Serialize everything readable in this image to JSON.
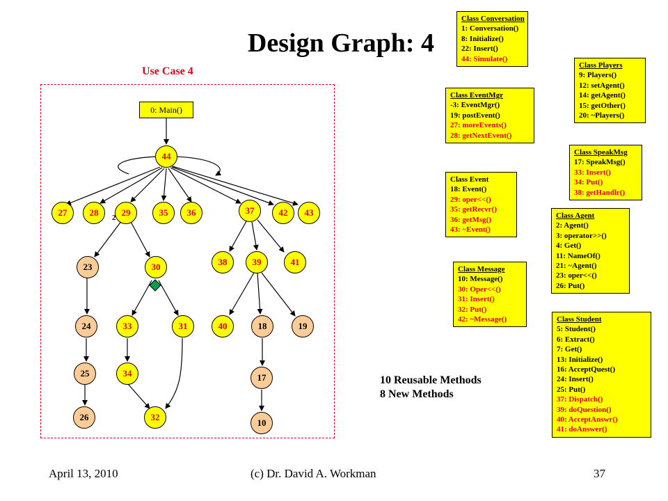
{
  "title": "Design Graph:  4",
  "use_case": "Use Case 4",
  "main_box": "0:  Main()",
  "multiplicity_label": "2",
  "nodes": [
    {
      "id": "44",
      "kind": "new"
    },
    {
      "id": "27",
      "kind": "new"
    },
    {
      "id": "28",
      "kind": "new"
    },
    {
      "id": "29",
      "kind": "new"
    },
    {
      "id": "35",
      "kind": "new"
    },
    {
      "id": "36",
      "kind": "new"
    },
    {
      "id": "37",
      "kind": "new"
    },
    {
      "id": "42",
      "kind": "new"
    },
    {
      "id": "43",
      "kind": "new"
    },
    {
      "id": "23",
      "kind": "reuse"
    },
    {
      "id": "30",
      "kind": "new"
    },
    {
      "id": "38",
      "kind": "new"
    },
    {
      "id": "39",
      "kind": "new"
    },
    {
      "id": "41",
      "kind": "new"
    },
    {
      "id": "24",
      "kind": "reuse"
    },
    {
      "id": "33",
      "kind": "new"
    },
    {
      "id": "31",
      "kind": "new"
    },
    {
      "id": "40",
      "kind": "new"
    },
    {
      "id": "18",
      "kind": "reuse"
    },
    {
      "id": "19",
      "kind": "reuse"
    },
    {
      "id": "25",
      "kind": "reuse"
    },
    {
      "id": "34",
      "kind": "new"
    },
    {
      "id": "17",
      "kind": "reuse"
    },
    {
      "id": "26",
      "kind": "reuse"
    },
    {
      "id": "32",
      "kind": "new"
    },
    {
      "id": "10",
      "kind": "reuse"
    }
  ],
  "classes": [
    {
      "name": "Class Conversation",
      "methods": [
        {
          "text": "1:  Conversation()",
          "red": false
        },
        {
          "text": "8:  Initialize()",
          "red": false
        },
        {
          "text": "22: Insert()",
          "red": false
        },
        {
          "text": "44: Simulate()",
          "red": true
        }
      ]
    },
    {
      "name": "Class Players",
      "methods": [
        {
          "text": "9:  Players()",
          "red": false
        },
        {
          "text": "12: setAgent()",
          "red": false
        },
        {
          "text": "14: getAgent()",
          "red": false
        },
        {
          "text": "15: getOther()",
          "red": false
        },
        {
          "text": "20: ~Players()",
          "red": false
        }
      ]
    },
    {
      "name": "Class EventMgr",
      "methods": [
        {
          "text": "-3: EventMgr()",
          "red": false
        },
        {
          "text": "19: postEvent()",
          "red": false
        },
        {
          "text": "27: moreEvents()",
          "red": true
        },
        {
          "text": "28: getNextEvent()",
          "red": true
        }
      ]
    },
    {
      "name": "Class SpeakMsg",
      "methods": [
        {
          "text": "17: SpeakMsg()",
          "red": false
        },
        {
          "text": "33: Insert()",
          "red": true
        },
        {
          "text": "34: Put()",
          "red": true
        },
        {
          "text": "38: getHandlr()",
          "red": true
        }
      ]
    },
    {
      "name": "Class Event",
      "methods": [
        {
          "text": "18: Event()",
          "red": false
        },
        {
          "text": "29: oper<<()",
          "red": true
        },
        {
          "text": "35: getRecvr()",
          "red": true
        },
        {
          "text": "36: getMsg()",
          "red": true
        },
        {
          "text": "43: ~Event()",
          "red": true
        }
      ]
    },
    {
      "name": "Class Agent",
      "methods": [
        {
          "text": "2:  Agent()",
          "red": false
        },
        {
          "text": "3:  operator>>()",
          "red": false
        },
        {
          "text": "4:  Get()",
          "red": false
        },
        {
          "text": "11: NameOf()",
          "red": false
        },
        {
          "text": "21: ~Agent()",
          "red": false
        },
        {
          "text": "23: oper<<()",
          "red": false
        },
        {
          "text": "26: Put()",
          "red": false
        }
      ]
    },
    {
      "name": "Class Message",
      "methods": [
        {
          "text": "10:  Message()",
          "red": false
        },
        {
          "text": "30:  Oper<<()",
          "red": true
        },
        {
          "text": "31:  Insert()",
          "red": true
        },
        {
          "text": "32:  Put()",
          "red": true
        },
        {
          "text": "42: ~Message()",
          "red": true
        }
      ]
    },
    {
      "name": "Class Student",
      "methods": [
        {
          "text": "5:  Student()",
          "red": false
        },
        {
          "text": "6:  Extract()",
          "red": false
        },
        {
          "text": "7:  Get()",
          "red": false
        },
        {
          "text": "13: Initialize()",
          "red": false
        },
        {
          "text": "16: AcceptQuest()",
          "red": false
        },
        {
          "text": "24: Insert()",
          "red": false
        },
        {
          "text": "25: Put()",
          "red": false
        },
        {
          "text": "37: Dispatch()",
          "red": true
        },
        {
          "text": "39: doQuestion()",
          "red": true
        },
        {
          "text": "40: AcceptAnswr()",
          "red": true
        },
        {
          "text": "41: doAnswer()",
          "red": true
        }
      ]
    }
  ],
  "summary": [
    "10 Reusable Methods",
    "8 New Methods"
  ],
  "footer": {
    "date": "April 13, 2010",
    "author": "(c) Dr. David A. Workman",
    "page": "37"
  },
  "colors": {
    "new_fill": "#ffff00",
    "reuse_fill": "#fbcc96",
    "red": "#e8001c"
  }
}
